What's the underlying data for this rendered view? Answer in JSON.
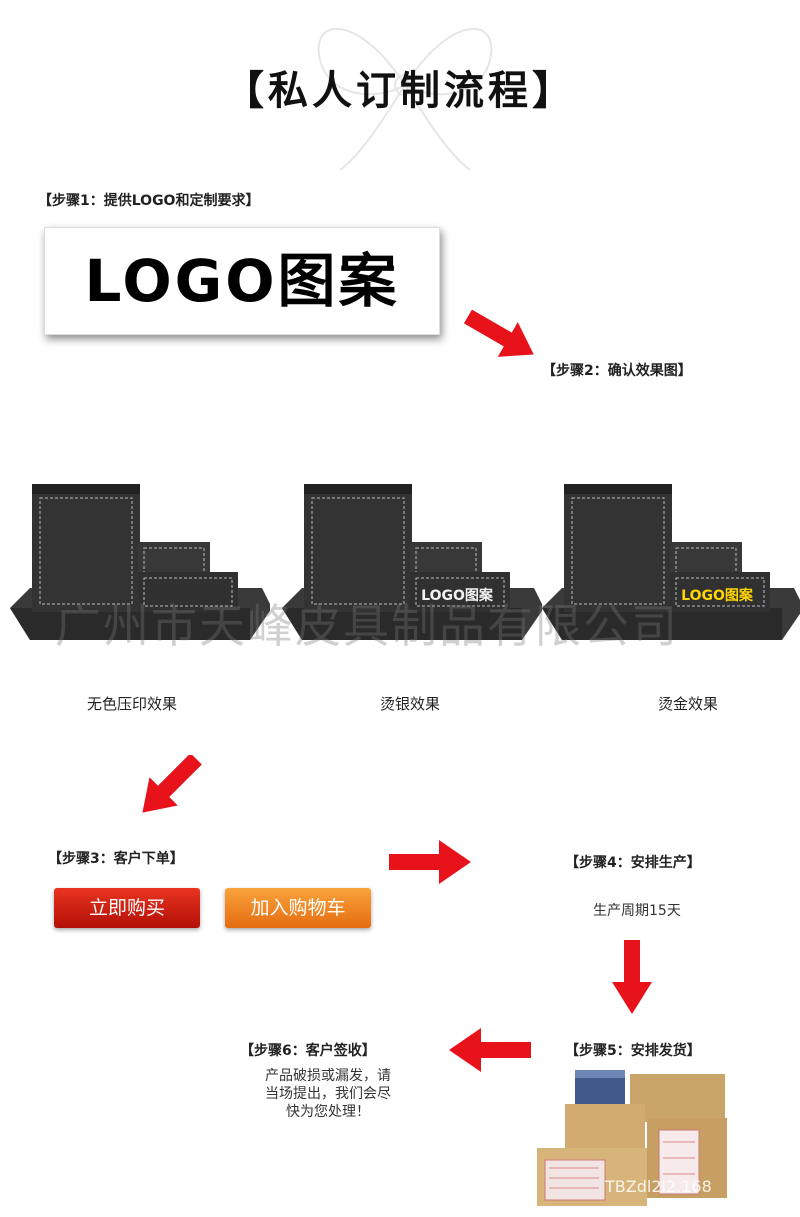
{
  "title": "【私人订制流程】",
  "step1": {
    "label": "【步骤1：提供LOGO和定制要求】",
    "logo_text": "LOGO图案"
  },
  "step2": {
    "label": "【步骤2：确认效果图】",
    "effects": [
      {
        "caption": "无色压印效果",
        "plate_text": "",
        "plate_color": "#2b2b2b",
        "text_color": "#2b2b2b"
      },
      {
        "caption": "烫银效果",
        "plate_text": "LOGO图案",
        "plate_color": "#2b2b2b",
        "text_color": "#f2f2f2"
      },
      {
        "caption": "烫金效果",
        "plate_text": "LOGO图案",
        "plate_color": "#2b2b2b",
        "text_color": "#ffd400"
      }
    ]
  },
  "watermark": "广州市天峰皮具制品有限公司",
  "step3": {
    "label": "【步骤3：客户下单】",
    "buy_button": "立即购买",
    "cart_button": "加入购物车"
  },
  "step4": {
    "label": "【步骤4：安排生产】",
    "note": "生产周期15天"
  },
  "step5": {
    "label": "【步骤5：安排发货】",
    "watermark_text": "TBZdl2l2.168"
  },
  "step6": {
    "label": "【步骤6：客户签收】",
    "note_lines": [
      "产品破损或漏发，请",
      "当场提出，我们会尽",
      "快为您处理！"
    ]
  },
  "colors": {
    "arrow_red": "#e8121b",
    "buy_red": "#d42010",
    "cart_orange": "#f08a22"
  },
  "icons": [
    "bow-ornament-icon",
    "red-arrow-icon"
  ]
}
